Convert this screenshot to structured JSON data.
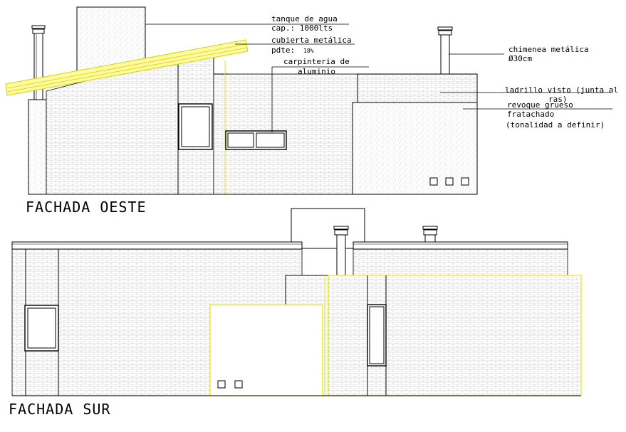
{
  "west": {
    "title": "FACHADA OESTE",
    "labels": {
      "tank_1": "tanque de agua",
      "tank_2": "cap.: 1000lts",
      "roof_1": "cubierta metálica",
      "roof_2": "pdte:",
      "roof_slope": "18%",
      "frame_1": "carpinteria de",
      "frame_2": "aluminio",
      "chimney_1": "chimenea metálica",
      "chimney_2": "Ø30cm",
      "brick_1": "ladrillo visto (junta al",
      "brick_2": "ras)",
      "plaster_1": "revoque grueso",
      "plaster_2": "fratachado",
      "plaster_3": "(tonalidad a definir)"
    }
  },
  "south": {
    "title": "FACHADA SUR"
  },
  "colors": {
    "line": "#000000",
    "yellow": "#e8e800",
    "roof_fill": "#fffaa0",
    "brick_line": "#bdbdbd"
  }
}
